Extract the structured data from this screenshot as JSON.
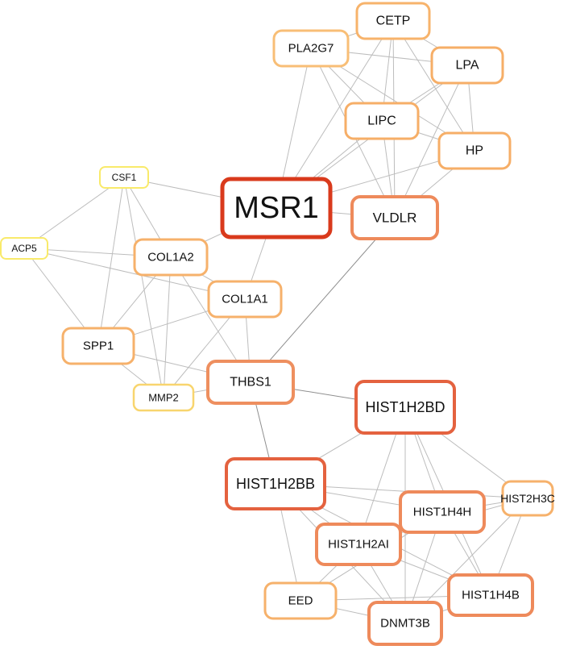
{
  "nodes": [
    {
      "id": "MSR1",
      "label": "MSR1",
      "color": "#d93a1c"
    },
    {
      "id": "CETP",
      "label": "CETP",
      "color": "#f7b36b"
    },
    {
      "id": "PLA2G7",
      "label": "PLA2G7",
      "color": "#f8be76"
    },
    {
      "id": "LPA",
      "label": "LPA",
      "color": "#f6ae67"
    },
    {
      "id": "LIPC",
      "label": "LIPC",
      "color": "#f6ae67"
    },
    {
      "id": "HP",
      "label": "HP",
      "color": "#f6ae67"
    },
    {
      "id": "VLDLR",
      "label": "VLDLR",
      "color": "#ee8a5b"
    },
    {
      "id": "CSF1",
      "label": "CSF1",
      "color": "#f9ea6a"
    },
    {
      "id": "ACP5",
      "label": "ACP5",
      "color": "#f9ea6a"
    },
    {
      "id": "COL1A2",
      "label": "COL1A2",
      "color": "#f6b16b"
    },
    {
      "id": "COL1A1",
      "label": "COL1A1",
      "color": "#f6b16b"
    },
    {
      "id": "SPP1",
      "label": "SPP1",
      "color": "#f6b16b"
    },
    {
      "id": "MMP2",
      "label": "MMP2",
      "color": "#f8d56e"
    },
    {
      "id": "THBS1",
      "label": "THBS1",
      "color": "#ee8f5f"
    },
    {
      "id": "HIST1H2BD",
      "label": "HIST1H2BD",
      "color": "#e4623f"
    },
    {
      "id": "HIST1H2BB",
      "label": "HIST1H2BB",
      "color": "#e4623f"
    },
    {
      "id": "HIST2H3C",
      "label": "HIST2H3C",
      "color": "#f6b16b"
    },
    {
      "id": "HIST1H4H",
      "label": "HIST1H4H",
      "color": "#ee8a5b"
    },
    {
      "id": "HIST1H2AI",
      "label": "HIST1H2AI",
      "color": "#ee8a5b"
    },
    {
      "id": "EED",
      "label": "EED",
      "color": "#f6b16b"
    },
    {
      "id": "HIST1H4B",
      "label": "HIST1H4B",
      "color": "#ee8a5b"
    },
    {
      "id": "DNMT3B",
      "label": "DNMT3B",
      "color": "#ee8a5b"
    }
  ],
  "edges": [
    [
      "PLA2G7",
      "CETP"
    ],
    [
      "PLA2G7",
      "LPA"
    ],
    [
      "PLA2G7",
      "LIPC"
    ],
    [
      "PLA2G7",
      "HP"
    ],
    [
      "PLA2G7",
      "VLDLR"
    ],
    [
      "PLA2G7",
      "MSR1"
    ],
    [
      "CETP",
      "LPA"
    ],
    [
      "CETP",
      "LIPC"
    ],
    [
      "CETP",
      "HP"
    ],
    [
      "CETP",
      "VLDLR"
    ],
    [
      "CETP",
      "MSR1"
    ],
    [
      "LPA",
      "LIPC"
    ],
    [
      "LPA",
      "HP"
    ],
    [
      "LPA",
      "VLDLR"
    ],
    [
      "LPA",
      "MSR1"
    ],
    [
      "LIPC",
      "HP"
    ],
    [
      "LIPC",
      "VLDLR"
    ],
    [
      "LIPC",
      "MSR1"
    ],
    [
      "HP",
      "VLDLR"
    ],
    [
      "HP",
      "MSR1"
    ],
    [
      "MSR1",
      "VLDLR"
    ],
    [
      "MSR1",
      "CSF1"
    ],
    [
      "MSR1",
      "COL1A2"
    ],
    [
      "MSR1",
      "COL1A1"
    ],
    [
      "CSF1",
      "ACP5"
    ],
    [
      "CSF1",
      "COL1A2"
    ],
    [
      "CSF1",
      "SPP1"
    ],
    [
      "CSF1",
      "MMP2"
    ],
    [
      "ACP5",
      "COL1A2"
    ],
    [
      "ACP5",
      "COL1A1"
    ],
    [
      "ACP5",
      "SPP1"
    ],
    [
      "COL1A2",
      "COL1A1"
    ],
    [
      "COL1A2",
      "SPP1"
    ],
    [
      "COL1A2",
      "MMP2"
    ],
    [
      "COL1A2",
      "THBS1"
    ],
    [
      "COL1A1",
      "SPP1"
    ],
    [
      "COL1A1",
      "MMP2"
    ],
    [
      "COL1A1",
      "THBS1"
    ],
    [
      "SPP1",
      "MMP2"
    ],
    [
      "SPP1",
      "THBS1"
    ],
    [
      "MMP2",
      "THBS1"
    ],
    [
      "VLDLR",
      "THBS1"
    ],
    [
      "THBS1",
      "HIST1H2BD"
    ],
    [
      "THBS1",
      "HIST1H2BB"
    ],
    [
      "HIST1H2BD",
      "HIST1H2BB"
    ],
    [
      "HIST1H2BD",
      "HIST2H3C"
    ],
    [
      "HIST1H2BD",
      "HIST1H4H"
    ],
    [
      "HIST1H2BD",
      "HIST1H2AI"
    ],
    [
      "HIST1H2BD",
      "HIST1H4B"
    ],
    [
      "HIST1H2BD",
      "DNMT3B"
    ],
    [
      "HIST1H2BB",
      "HIST2H3C"
    ],
    [
      "HIST1H2BB",
      "HIST1H4H"
    ],
    [
      "HIST1H2BB",
      "HIST1H2AI"
    ],
    [
      "HIST1H2BB",
      "EED"
    ],
    [
      "HIST1H2BB",
      "DNMT3B"
    ],
    [
      "HIST1H2BB",
      "HIST1H4B"
    ],
    [
      "HIST2H3C",
      "HIST1H4H"
    ],
    [
      "HIST2H3C",
      "HIST1H2AI"
    ],
    [
      "HIST2H3C",
      "HIST1H4B"
    ],
    [
      "HIST2H3C",
      "DNMT3B"
    ],
    [
      "HIST1H4H",
      "HIST1H2AI"
    ],
    [
      "HIST1H4H",
      "HIST1H4B"
    ],
    [
      "HIST1H4H",
      "DNMT3B"
    ],
    [
      "HIST1H4H",
      "EED"
    ],
    [
      "HIST1H2AI",
      "EED"
    ],
    [
      "HIST1H2AI",
      "HIST1H4B"
    ],
    [
      "HIST1H2AI",
      "DNMT3B"
    ],
    [
      "EED",
      "DNMT3B"
    ],
    [
      "EED",
      "HIST1H4B"
    ],
    [
      "HIST1H4B",
      "DNMT3B"
    ]
  ],
  "strong_edges": [
    [
      "VLDLR",
      "THBS1"
    ],
    [
      "THBS1",
      "HIST1H2BD"
    ],
    [
      "THBS1",
      "HIST1H2BB"
    ]
  ]
}
